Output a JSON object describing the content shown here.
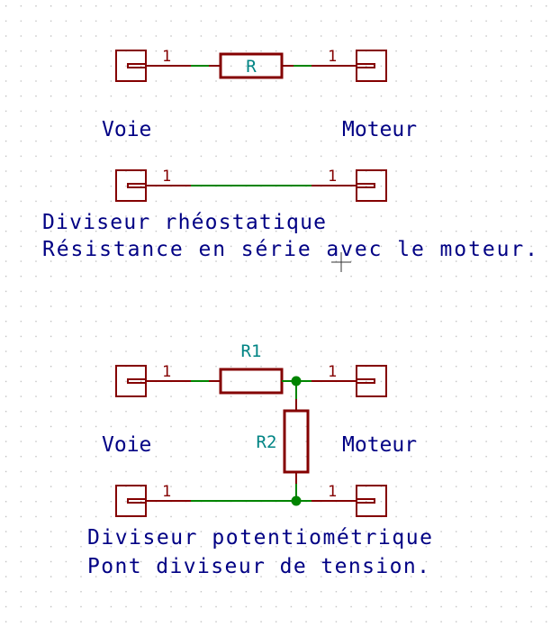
{
  "schematic": {
    "colors": {
      "wire": "#008400",
      "component": "#840000",
      "reference": "#008484",
      "text": "#000084",
      "grid": "#b8b8b8"
    },
    "circuit1": {
      "resistor_ref": "R",
      "pin_left": "1",
      "pin_right": "1",
      "pin_left_bottom": "1",
      "pin_right_bottom": "1",
      "label_left": "Voie",
      "label_right": "Moteur",
      "title": "Diviseur rhéostatique",
      "description": "Résistance en série avec le moteur."
    },
    "circuit2": {
      "resistor1_ref": "R1",
      "resistor2_ref": "R2",
      "pin_left": "1",
      "pin_right": "1",
      "pin_left_bottom": "1",
      "pin_right_bottom": "1",
      "label_left": "Voie",
      "label_right": "Moteur",
      "title": "Diviseur potentiométrique",
      "description": "Pont diviseur de tension."
    }
  }
}
